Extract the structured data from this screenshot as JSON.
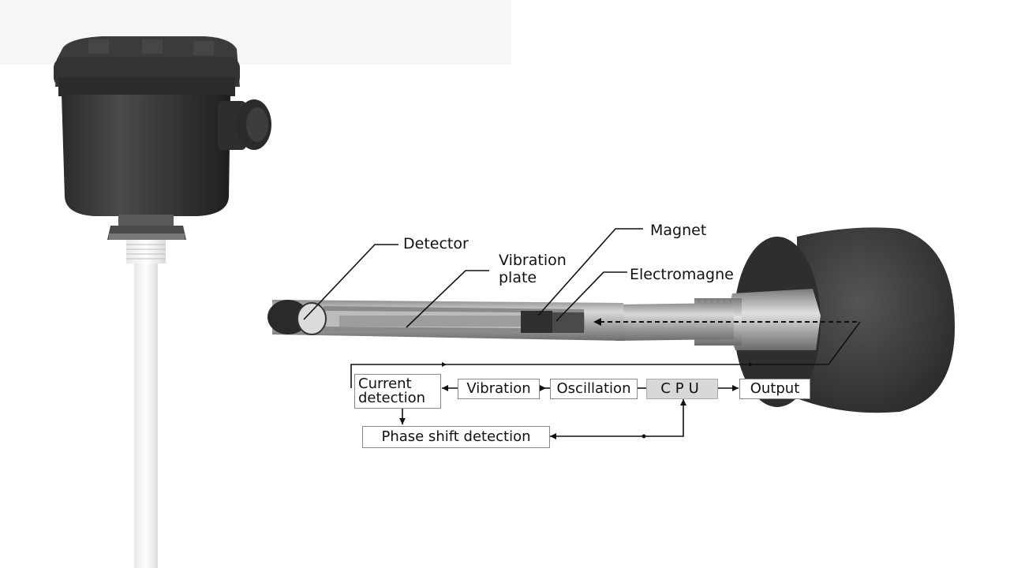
{
  "labels": {
    "detector": "Detector",
    "vibration_plate_line1": "Vibration",
    "vibration_plate_line2": "plate",
    "magnet": "Magnet",
    "electromagnet": "Electromagne"
  },
  "blocks": {
    "current_detection_line1": "Current",
    "current_detection_line2": "detection",
    "vibration": "Vibration",
    "oscillation": "Oscillation",
    "cpu": "CPU",
    "output": "Output",
    "phase_shift": "Phase shift detection"
  },
  "colors": {
    "housing": "#3a3a3a",
    "probe": "#b5b5b5",
    "cpu_fill": "#d8d8d8",
    "line": "#111111"
  }
}
